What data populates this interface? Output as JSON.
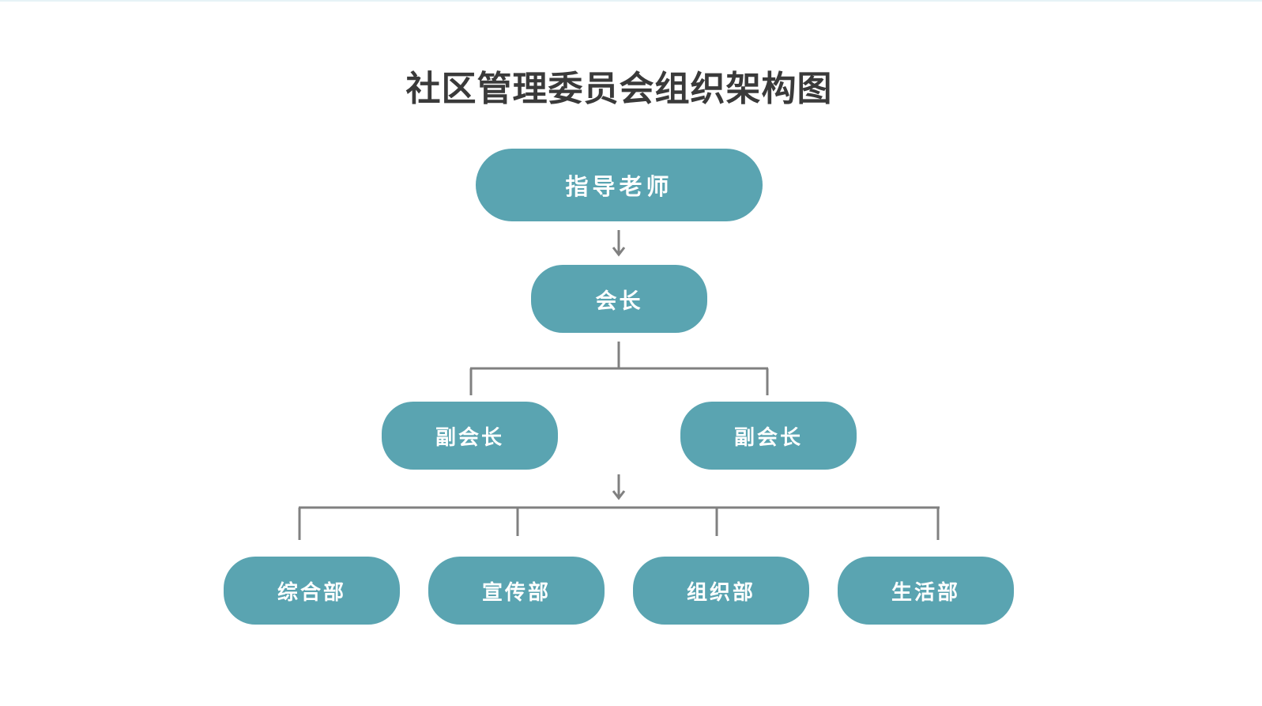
{
  "title": "社区管理委员会组织架构图",
  "colors": {
    "node_fill": "#5aa4b1",
    "node_text": "#ffffff",
    "connector": "#808080",
    "title_text": "#3a3a3a"
  },
  "nodes": {
    "advisor": "指导老师",
    "president": "会长",
    "vice_presidents": [
      "副会长",
      "副会长"
    ],
    "departments": [
      "综合部",
      "宣传部",
      "组织部",
      "生活部"
    ]
  }
}
